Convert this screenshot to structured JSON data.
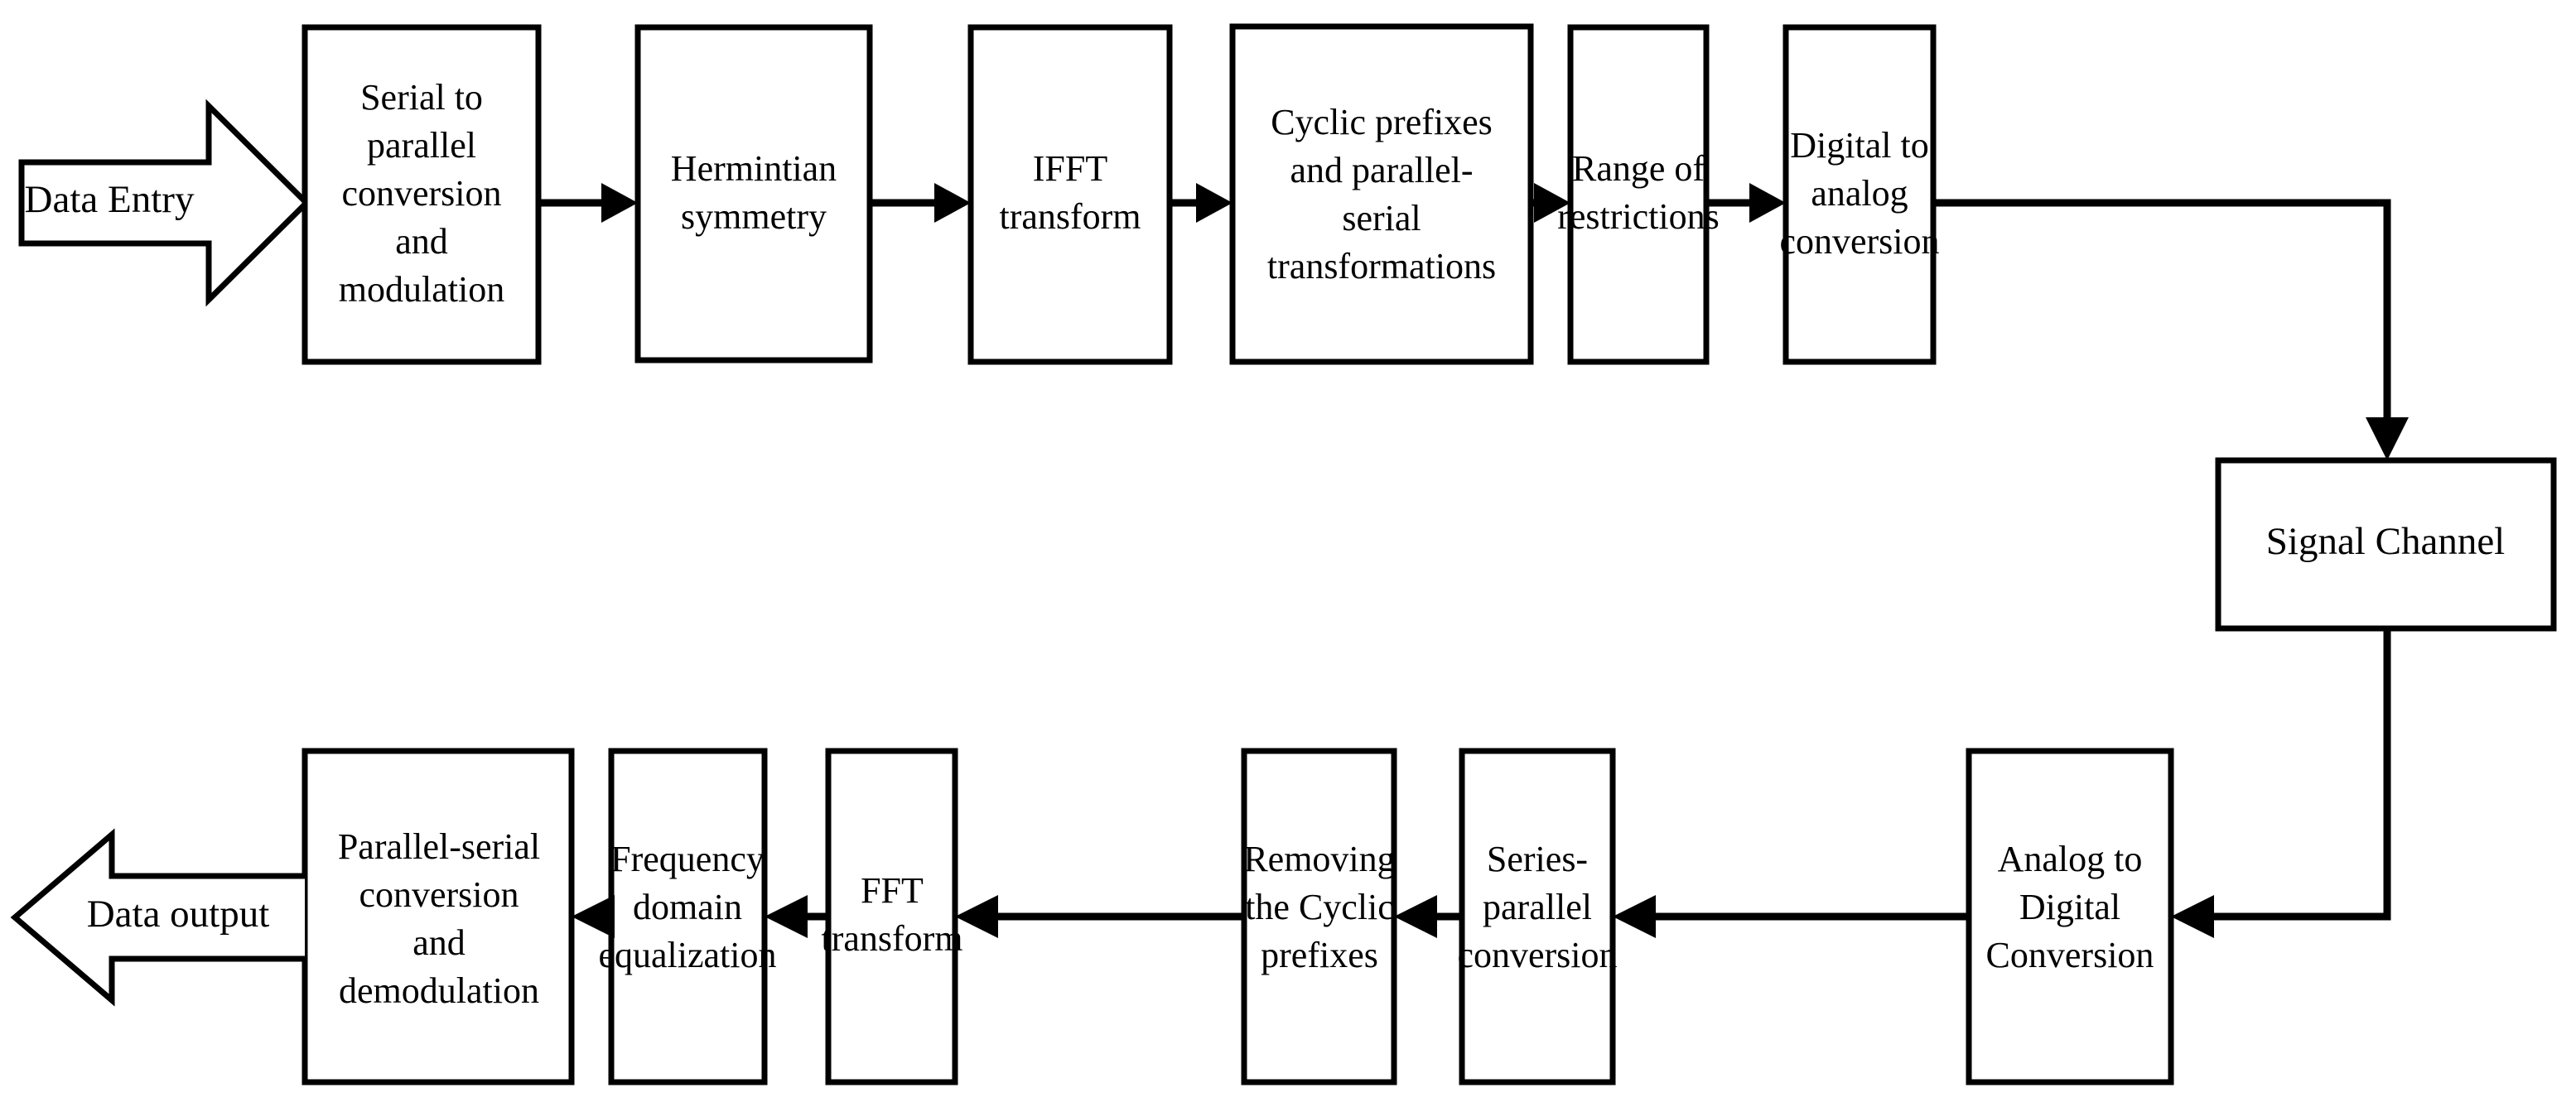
{
  "diagram": {
    "title": "OFDM transmitter and receiver block diagram",
    "background_color": "#ffffff",
    "line_color": "#000000",
    "terminators": {
      "input": {
        "label": "Data Entry",
        "shape": "block-arrow-right"
      },
      "output": {
        "label": "Data output",
        "shape": "block-arrow-left"
      }
    },
    "transmit_chain": [
      {
        "id": "serial-to-parallel",
        "lines": [
          "Serial to",
          "parallel",
          "conversion",
          "and",
          "modulation"
        ]
      },
      {
        "id": "hermintian-symmetry",
        "lines": [
          "Hermintian",
          "symmetry"
        ]
      },
      {
        "id": "ifft-transform",
        "lines": [
          "IFFT",
          "transform"
        ]
      },
      {
        "id": "cyclic-prefixes",
        "lines": [
          "Cyclic prefixes",
          "and parallel-",
          "serial",
          "transformations"
        ]
      },
      {
        "id": "range-of-restrictions",
        "lines": [
          "Range of",
          "restrictions"
        ]
      },
      {
        "id": "digital-to-analog",
        "lines": [
          "Digital to",
          "analog",
          "conversion"
        ]
      }
    ],
    "channel": {
      "id": "signal-channel",
      "lines": [
        "Signal Channel"
      ]
    },
    "receive_chain": [
      {
        "id": "analog-to-digital",
        "lines": [
          "Analog to",
          "Digital",
          "Conversion"
        ]
      },
      {
        "id": "series-to-parallel",
        "lines": [
          "Series-",
          "parallel",
          "conversion"
        ]
      },
      {
        "id": "removing-cyclic-prefixes",
        "lines": [
          "Removing",
          "the Cyclic",
          "prefixes"
        ]
      },
      {
        "id": "fft-transform",
        "lines": [
          "FFT",
          "transform"
        ]
      },
      {
        "id": "frequency-domain-equalization",
        "lines": [
          "Frequency",
          "domain",
          "equalization"
        ]
      },
      {
        "id": "parallel-to-serial",
        "lines": [
          "Parallel-serial",
          "conversion",
          "and",
          "demodulation"
        ]
      }
    ]
  }
}
